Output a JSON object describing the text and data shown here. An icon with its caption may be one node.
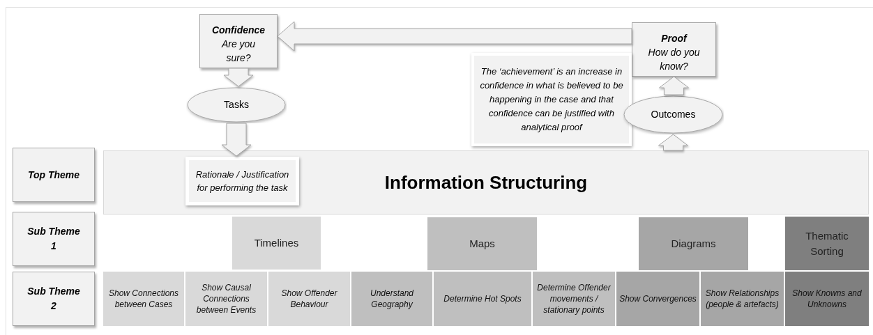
{
  "diagram": {
    "nodes": [
      {
        "text": [
          "Confidence",
          "Are you sure?"
        ]
      },
      {
        "text": [
          "Proof",
          "How do you know?"
        ]
      },
      {
        "text": [
          "Tasks"
        ]
      },
      {
        "text": [
          "The ‘achievement’ is an increase in confidence in what is believed to be happening in the case and that confidence can be justified with analytical proof"
        ]
      },
      {
        "text": [
          "Outcomes"
        ]
      },
      {
        "text": [
          "Information Structuring"
        ]
      },
      {
        "text": [
          "Rationale / Justification for performing the task"
        ],
        "in": 5
      },
      {
        "text": [
          "Top Theme"
        ]
      },
      {
        "text": [
          "Sub Theme 1"
        ]
      },
      {
        "text": [
          "Sub Theme 2"
        ]
      },
      {
        "text": [
          "Timelines"
        ]
      },
      {
        "text": [
          "Maps"
        ]
      },
      {
        "text": [
          "Diagrams"
        ]
      },
      {
        "text": [
          "Thematic Sorting"
        ]
      },
      {
        "text": [
          "Show Connections between Cases"
        ]
      },
      {
        "text": [
          "Show Causal Connections between Events"
        ]
      },
      {
        "text": [
          "Show Offender Behaviour"
        ]
      },
      {
        "text": [
          "Understand Geography"
        ]
      },
      {
        "text": [
          "Determine Hot Spots"
        ]
      },
      {
        "text": [
          "Determine Offender movements / stationary points"
        ]
      },
      {
        "text": [
          "Show Convergences"
        ]
      },
      {
        "text": [
          "Show Relationships (people & artefacts)"
        ]
      },
      {
        "text": [
          "Show Knowns and Unknowns"
        ]
      }
    ],
    "edges": [
      {
        "from": 1,
        "to": 0,
        "arrow": "to"
      },
      {
        "from": 0,
        "to": 2,
        "arrow": "to"
      },
      {
        "from": 2,
        "to": 6,
        "arrow": "to"
      },
      {
        "from": 5,
        "to": 4,
        "arrow": "to"
      },
      {
        "from": 4,
        "to": 1,
        "arrow": "to"
      }
    ]
  }
}
